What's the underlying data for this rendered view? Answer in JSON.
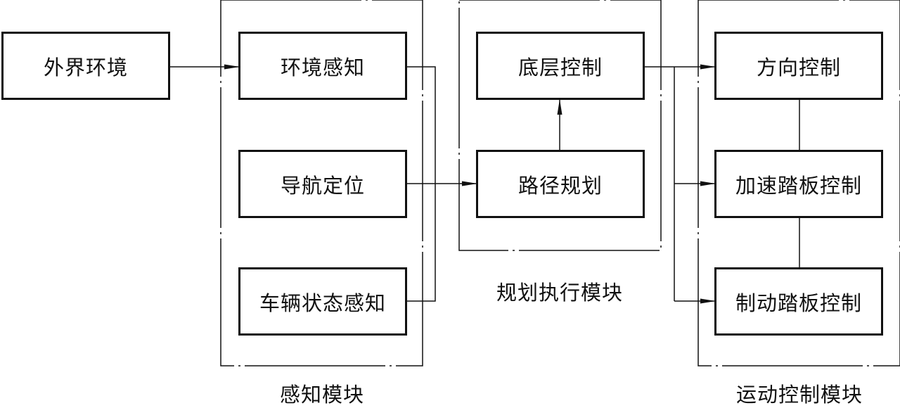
{
  "nodes": {
    "external_environment": "外界环境",
    "environment_perception": "环境感知",
    "navigation_positioning": "导航定位",
    "vehicle_state_perception": "车辆状态感知",
    "low_level_control": "底层控制",
    "path_planning": "路径规划",
    "steering_control": "方向控制",
    "accelerator_pedal_control": "加速踏板控制",
    "brake_pedal_control": "制动踏板控制"
  },
  "groups": {
    "perception_module": "感知模块",
    "planning_execution_module": "规划执行模块",
    "motion_control_module": "运动控制模块"
  }
}
